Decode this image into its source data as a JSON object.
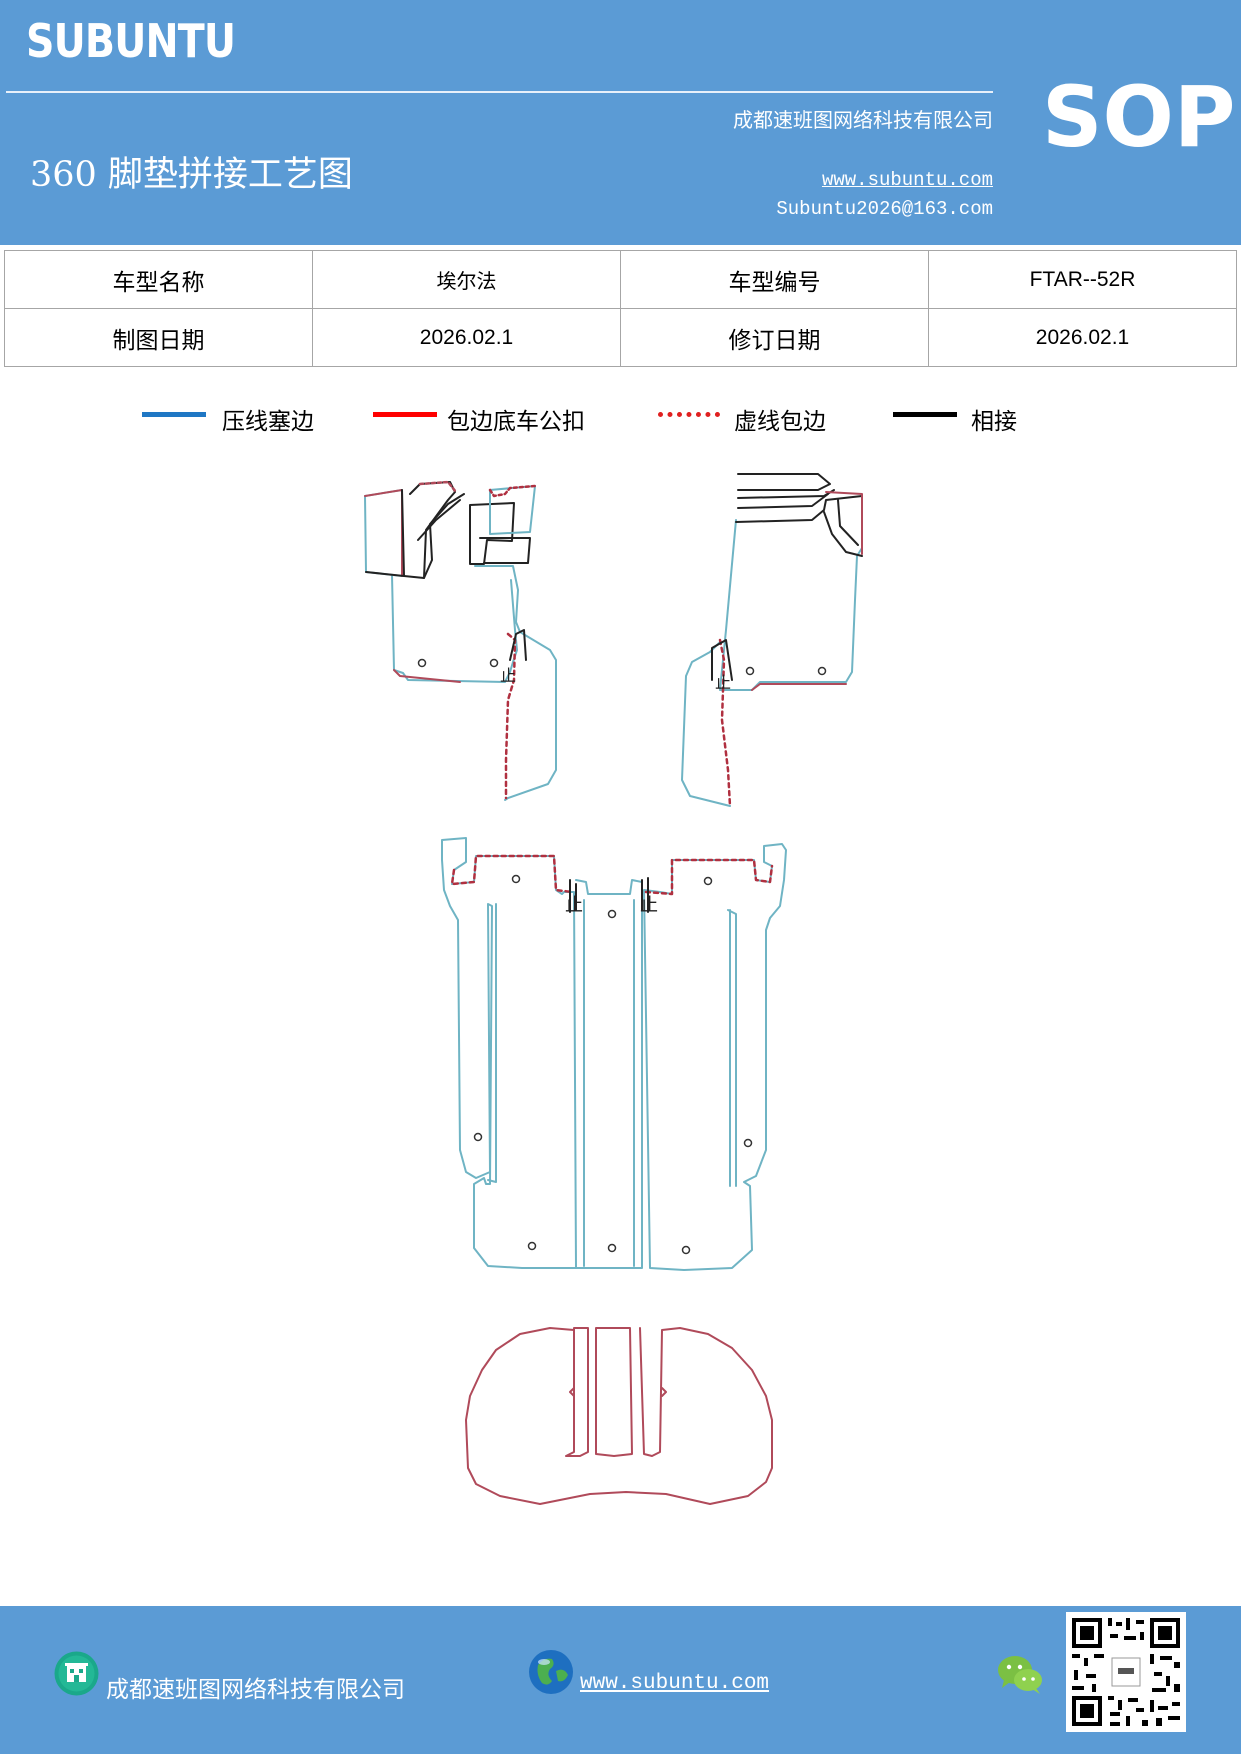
{
  "header": {
    "logo": "SUBUNTU",
    "company": "成都速班图网络科技有限公司",
    "title": "360 脚垫拼接工艺图",
    "website": "www.subuntu.com",
    "email": "Subuntu2026@163.com",
    "doc_type": "SOP"
  },
  "info_table": {
    "rows": [
      {
        "label1": "车型名称",
        "value1": "埃尔法",
        "label2": "车型编号",
        "value2": "FTAR--52R"
      },
      {
        "label1": "制图日期",
        "value1": "2026.02.1",
        "label2": "修订日期",
        "value2": "2026.02.1"
      }
    ]
  },
  "legend": {
    "items": [
      {
        "label": "压线塞边",
        "color": "#1f77c4",
        "style": "solid"
      },
      {
        "label": "包边底车公扣",
        "color": "#ff0000",
        "style": "solid"
      },
      {
        "label": "虚线包边",
        "color": "#e02020",
        "style": "dotted"
      },
      {
        "label": "相接",
        "color": "#000000",
        "style": "solid"
      }
    ]
  },
  "diagram": {
    "outline_colors": {
      "press_line": "#6fb4c4",
      "binding": "#b04a5a",
      "dashed": "#b03040",
      "joint": "#222222"
    },
    "marks": [
      "止",
      "止",
      "止",
      "止"
    ]
  },
  "footer": {
    "company": "成都速班图网络科技有限公司",
    "website": "www.subuntu.com",
    "icons": [
      "building-icon",
      "globe-icon",
      "wechat-icon",
      "qr-code"
    ]
  }
}
